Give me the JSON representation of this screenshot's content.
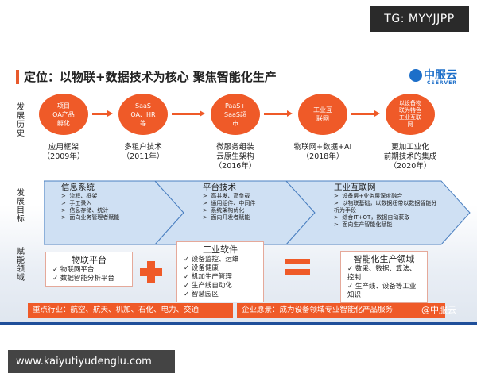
{
  "overlay": {
    "tg": "TG: MYYJJPP",
    "site": "www.kaiyutiyudenglu.com"
  },
  "slide": {
    "title": "定位：以物联+数据技术为核心 聚焦智能化生产",
    "logo": {
      "cn": "中服云",
      "en": "CSERVER"
    },
    "sections": {
      "history": "发展历史",
      "goal": "发展目标",
      "domain": "赋能领域"
    },
    "history": [
      {
        "circle": "项目\nOA产品\n孵化",
        "caption": "应用框架\n（2009年）"
      },
      {
        "circle": "SaaS\nOA、HR\n等",
        "caption": "多租户技术\n（2011年）"
      },
      {
        "circle": "PaaS+\nSaaS超\n市",
        "caption": "微服务组装\n云原生架构\n（2016年）"
      },
      {
        "circle": "工业互\n联网",
        "caption": "物联网+数据+AI\n（2018年）"
      },
      {
        "circle": "以设备物\n联为特色\n工业互联\n网",
        "caption": "更加工业化\n前期技术的集成\n（2020年）"
      }
    ],
    "goals": [
      {
        "title": "信息系统",
        "items": [
          "流程、框架",
          "手工录入",
          "信息存储、统计",
          "面向业务管理者赋能"
        ]
      },
      {
        "title": "平台技术",
        "items": [
          "高并发、高负载",
          "通用组件、中间件",
          "系统架构优化",
          "面向开发者赋能"
        ]
      },
      {
        "title": "工业互联网",
        "items": [
          "设备层+业务层深度融合",
          "以物联基础，以数据纽带以数据智能分析为手段",
          "综合IT+OT，数据自动获取",
          "面向生产智能化赋能"
        ]
      }
    ],
    "domains": [
      {
        "title": "物联平台",
        "items": [
          "物联网平台",
          "数据智能分析平台"
        ]
      },
      {
        "title": "工业软件",
        "items": [
          "设备监控、运维",
          "设备健康",
          "机加生产管理",
          "生产线自动化",
          "智慧园区"
        ]
      },
      {
        "title": "智能化生产领域",
        "items": [
          "数采、数据、算法、控制",
          "生产线、设备等工业知识"
        ]
      }
    ],
    "industry": "重点行业：航空、航天、机加、石化、电力、交通",
    "vision": "企业愿景：成为设备领域专业智能化产品服务",
    "watermark": "@中服云"
  },
  "colors": {
    "accent": "#ef5a28",
    "chevron": "#cfe0f3",
    "brand": "#1d6fc9"
  }
}
